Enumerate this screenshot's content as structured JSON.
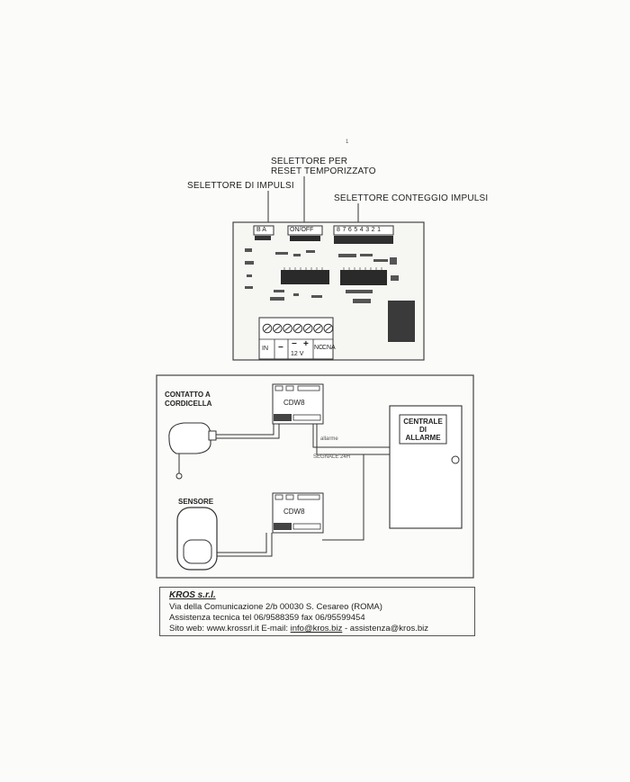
{
  "top_figure": {
    "marker": "1",
    "labels": {
      "selector_reset_line1": "SELETTORE PER",
      "selector_reset_line2": "RESET TEMPORIZZATO",
      "selector_pulses": "SELETTORE DI IMPULSI",
      "selector_count": "SELETTORE CONTEGGIO IMPULSI"
    },
    "jumper_ba": "B A",
    "jumper_onoff": "ON/OFF",
    "dip_numbers": "8 7 6 5 4 3 2 1",
    "terminals": {
      "in": "IN",
      "minus": "−",
      "plus": "+",
      "voltage": "12 V",
      "nc": "NC",
      "c": "C",
      "na": "NA"
    }
  },
  "bottom_figure": {
    "contact_label_1": "CONTATTO A",
    "contact_label_2": "CORDICELLA",
    "sensor_label": "SENSORE",
    "module_top": "CDW8",
    "module_bottom": "CDW8",
    "central_line1": "CENTRALE",
    "central_line2": "DI",
    "central_line3": "ALLARME",
    "wire_label_1": "allarme",
    "wire_label_2": "SEGNALE 24H"
  },
  "footer": {
    "company": "KROS s.r.l.",
    "address": "Via della Comunicazione 2/b   00030 S. Cesareo (ROMA)",
    "assist": "Assistenza tecnica  tel  06/9588359  fax  06/95599454",
    "web_prefix": "Sito web: www.krossrl.it  E-mail: ",
    "email1": "info@kros.biz",
    "web_sep": "  -  ",
    "email2": "assistenza@kros.biz"
  }
}
